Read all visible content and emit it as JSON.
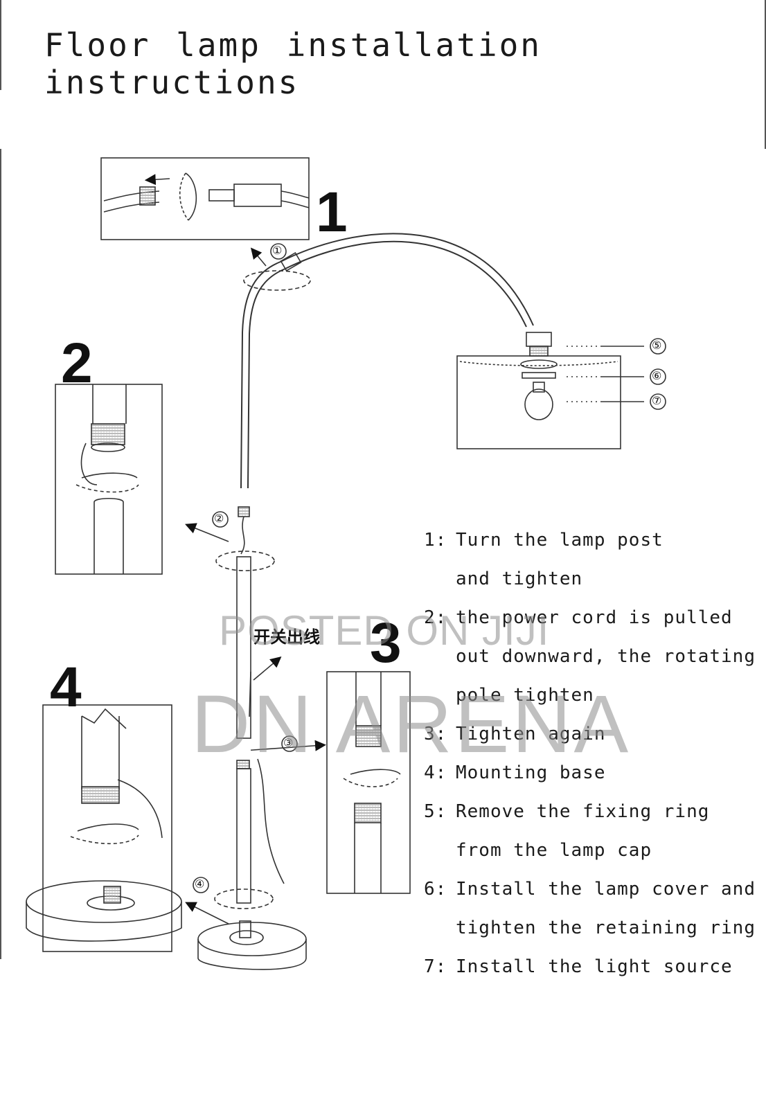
{
  "title": "Floor lamp installation instructions",
  "step_numbers": [
    "1",
    "2",
    "3",
    "4"
  ],
  "circled_markers": [
    "①",
    "②",
    "③",
    "④",
    "⑤",
    "⑥",
    "⑦"
  ],
  "switch_label": "开关出线",
  "instructions": [
    {
      "num": "1:",
      "text": "Turn the lamp post"
    },
    {
      "num": "",
      "text": "and tighten"
    },
    {
      "num": "2:",
      "text": "the power cord is pulled"
    },
    {
      "num": "",
      "text": "out downward, the rotating"
    },
    {
      "num": "",
      "text": "pole tighten"
    },
    {
      "num": "3:",
      "text": "Tighten again"
    },
    {
      "num": "4:",
      "text": "Mounting base"
    },
    {
      "num": "5:",
      "text": "Remove the fixing ring"
    },
    {
      "num": "",
      "text": "from the lamp cap"
    },
    {
      "num": "6:",
      "text": "Install the lamp cover and"
    },
    {
      "num": "",
      "text": "tighten the retaining ring"
    },
    {
      "num": "7:",
      "text": "Install the light source"
    }
  ],
  "watermark": {
    "line1": "POSTED ON JIJI",
    "line2": "DN ARENA"
  }
}
